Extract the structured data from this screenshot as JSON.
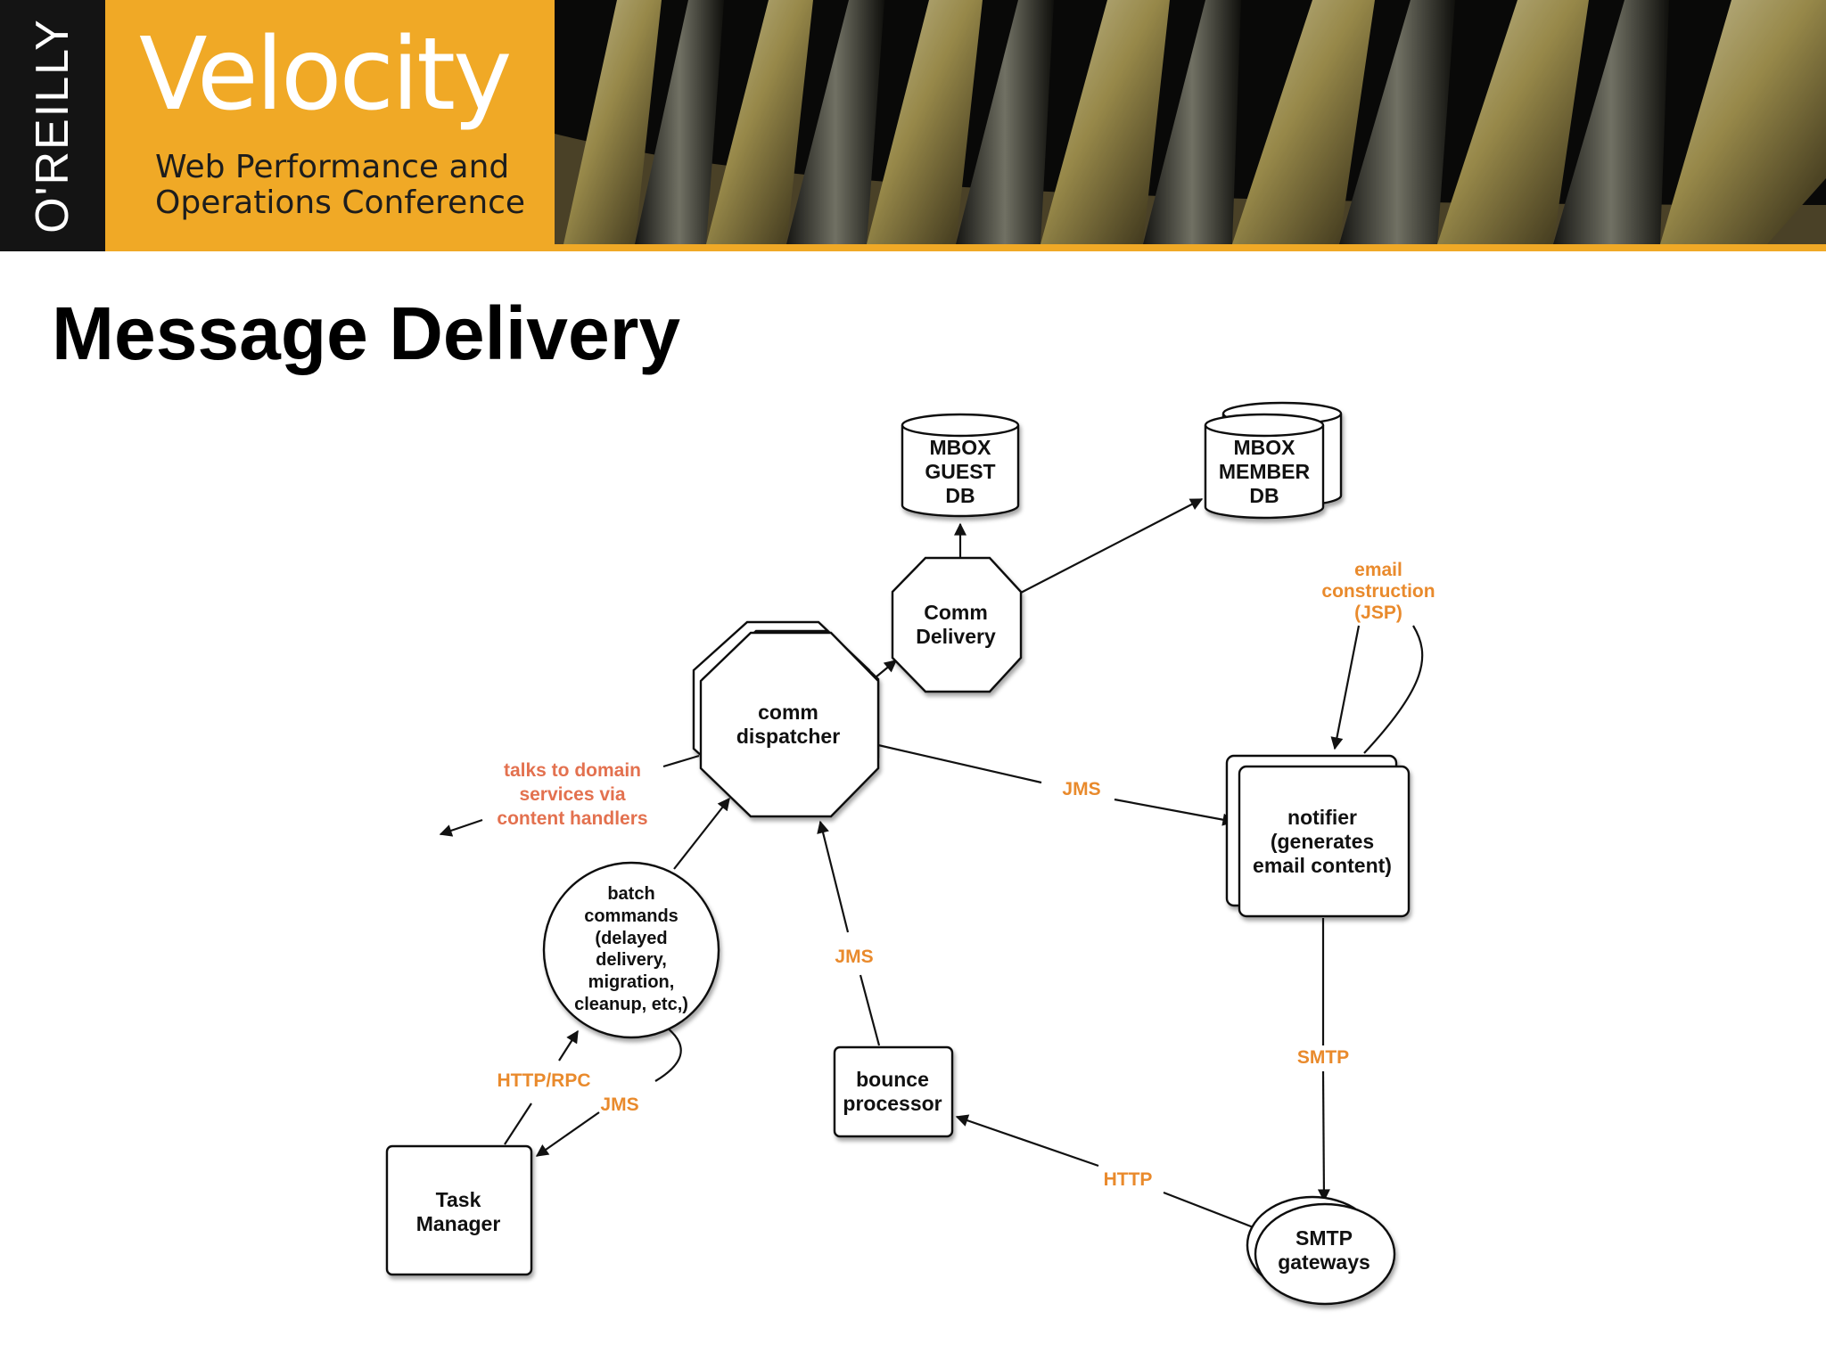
{
  "header": {
    "publisher": "O'REILLY",
    "brand": "Velocity",
    "subtitle_line1": "Web Performance and",
    "subtitle_line2": "Operations Conference",
    "colors": {
      "brand_orange": "#f0a926",
      "publisher_black": "#141414"
    }
  },
  "slide": {
    "title": "Message Delivery"
  },
  "diagram": {
    "nodes": {
      "mbox_guest_db": [
        "MBOX",
        "GUEST",
        "DB"
      ],
      "mbox_member_db": [
        "MBOX",
        "MEMBER",
        "DB"
      ],
      "comm_delivery": [
        "Comm",
        "Delivery"
      ],
      "comm_dispatcher": [
        "comm",
        "dispatcher"
      ],
      "notifier": [
        "notifier",
        "(generates",
        "email content)"
      ],
      "batch_commands": [
        "batch",
        "commands",
        "(delayed",
        "delivery,",
        "migration,",
        "cleanup, etc,)"
      ],
      "bounce_processor": [
        "bounce",
        "processor"
      ],
      "task_manager": [
        "Task",
        "Manager"
      ],
      "smtp_gateways": [
        "SMTP",
        "gateways"
      ]
    },
    "labels": {
      "email_construction": [
        "email",
        "construction",
        "(JSP)"
      ],
      "talks_to_domain": [
        "talks to domain",
        "services via",
        "content handlers"
      ],
      "jms_notifier": "JMS",
      "jms_bounce": "JMS",
      "jms_task": "JMS",
      "http_rpc": "HTTP/RPC",
      "smtp": "SMTP",
      "http": "HTTP"
    },
    "colors": {
      "protocol_label": "#e98a2c",
      "note_label": "#e3714f",
      "stroke": "#111111"
    }
  }
}
